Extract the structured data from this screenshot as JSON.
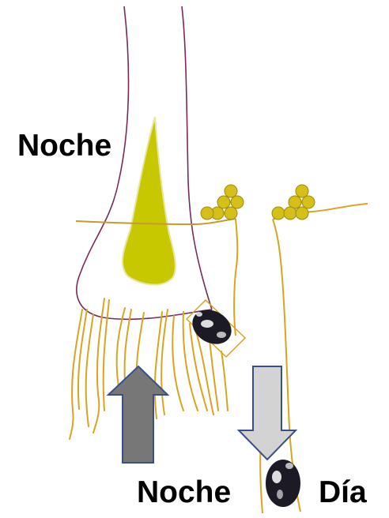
{
  "labels": {
    "top_left": "Noche",
    "bottom_left": "Noche",
    "bottom_right": "Día"
  },
  "colors": {
    "stem_outline": "#7a2a5a",
    "root_lines": "#d9a520",
    "yellow_fill": "#c8c800",
    "dot_fill": "#d4c018",
    "dark_arrow": "#777777",
    "light_arrow": "#d3d3d3",
    "arrow_outline": "#3a4f8a",
    "particle": "#1c1a24"
  },
  "icons": {
    "up_arrow": "up-arrow-icon",
    "down_arrow": "down-arrow-icon"
  }
}
